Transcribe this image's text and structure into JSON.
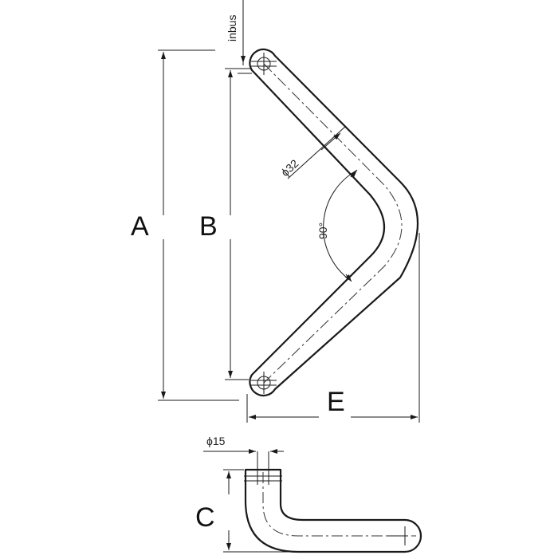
{
  "labels": {
    "inbus": "inbus",
    "diameter_tube": "ϕ32",
    "angle": "90°",
    "diameter_small": "ϕ15",
    "dim_a": "A",
    "dim_b": "B",
    "dim_c": "C",
    "dim_e": "E"
  }
}
